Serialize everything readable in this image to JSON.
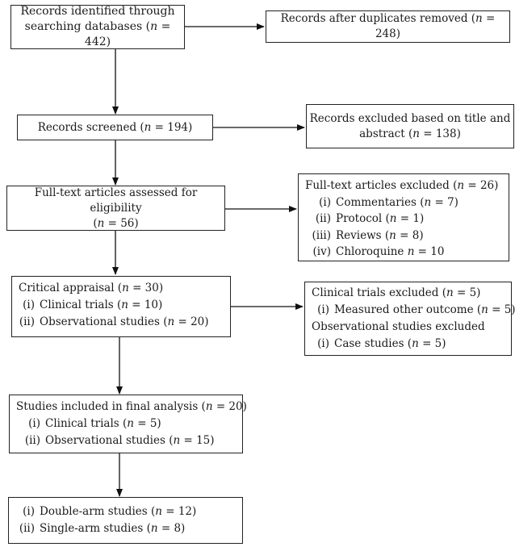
{
  "box_identified": {
    "line1": "Records identified through",
    "line2": "searching databases (n = 442)"
  },
  "box_duplicates": {
    "text": "Records after duplicates removed (n = 248)"
  },
  "box_screened": {
    "text": "Records screened (n = 194)"
  },
  "box_excluded_title": {
    "line1": "Records excluded based on title and",
    "line2": "abstract (n = 138)"
  },
  "box_fulltext": {
    "line1": "Full-text articles assessed for eligibility",
    "line2": "(n = 56)"
  },
  "box_fulltext_excluded": {
    "title": "Full-text articles excluded (n = 26)",
    "items": [
      {
        "num": "(i)",
        "text": "Commentaries (n = 7)"
      },
      {
        "num": "(ii)",
        "text": "Protocol (n = 1)"
      },
      {
        "num": "(iii)",
        "text": "Reviews (n = 8)"
      },
      {
        "num": "(iv)",
        "text": "Chloroquine n = 10"
      }
    ]
  },
  "box_critical": {
    "title": "Critical appraisal (n = 30)",
    "items": [
      {
        "num": "(i)",
        "text": "Clinical trials (n = 10)"
      },
      {
        "num": "(ii)",
        "text": "Observational studies (n = 20)"
      }
    ]
  },
  "box_trials_excluded": {
    "title1": "Clinical trials excluded (n = 5)",
    "item1": {
      "num": "(i)",
      "text": "Measured other outcome (n = 5)"
    },
    "title2": "Observational studies excluded",
    "item2": {
      "num": "(i)",
      "text": "Case studies (n = 5)"
    }
  },
  "box_included": {
    "title": "Studies included in final analysis (n = 20)",
    "items": [
      {
        "num": "(i)",
        "text": "Clinical trials (n = 5)"
      },
      {
        "num": "(ii)",
        "text": "Observational studies (n = 15)"
      }
    ]
  },
  "box_arms": {
    "items": [
      {
        "num": "(i)",
        "text": "Double-arm studies (n = 12)"
      },
      {
        "num": "(ii)",
        "text": "Single-arm studies (n = 8)"
      }
    ]
  }
}
